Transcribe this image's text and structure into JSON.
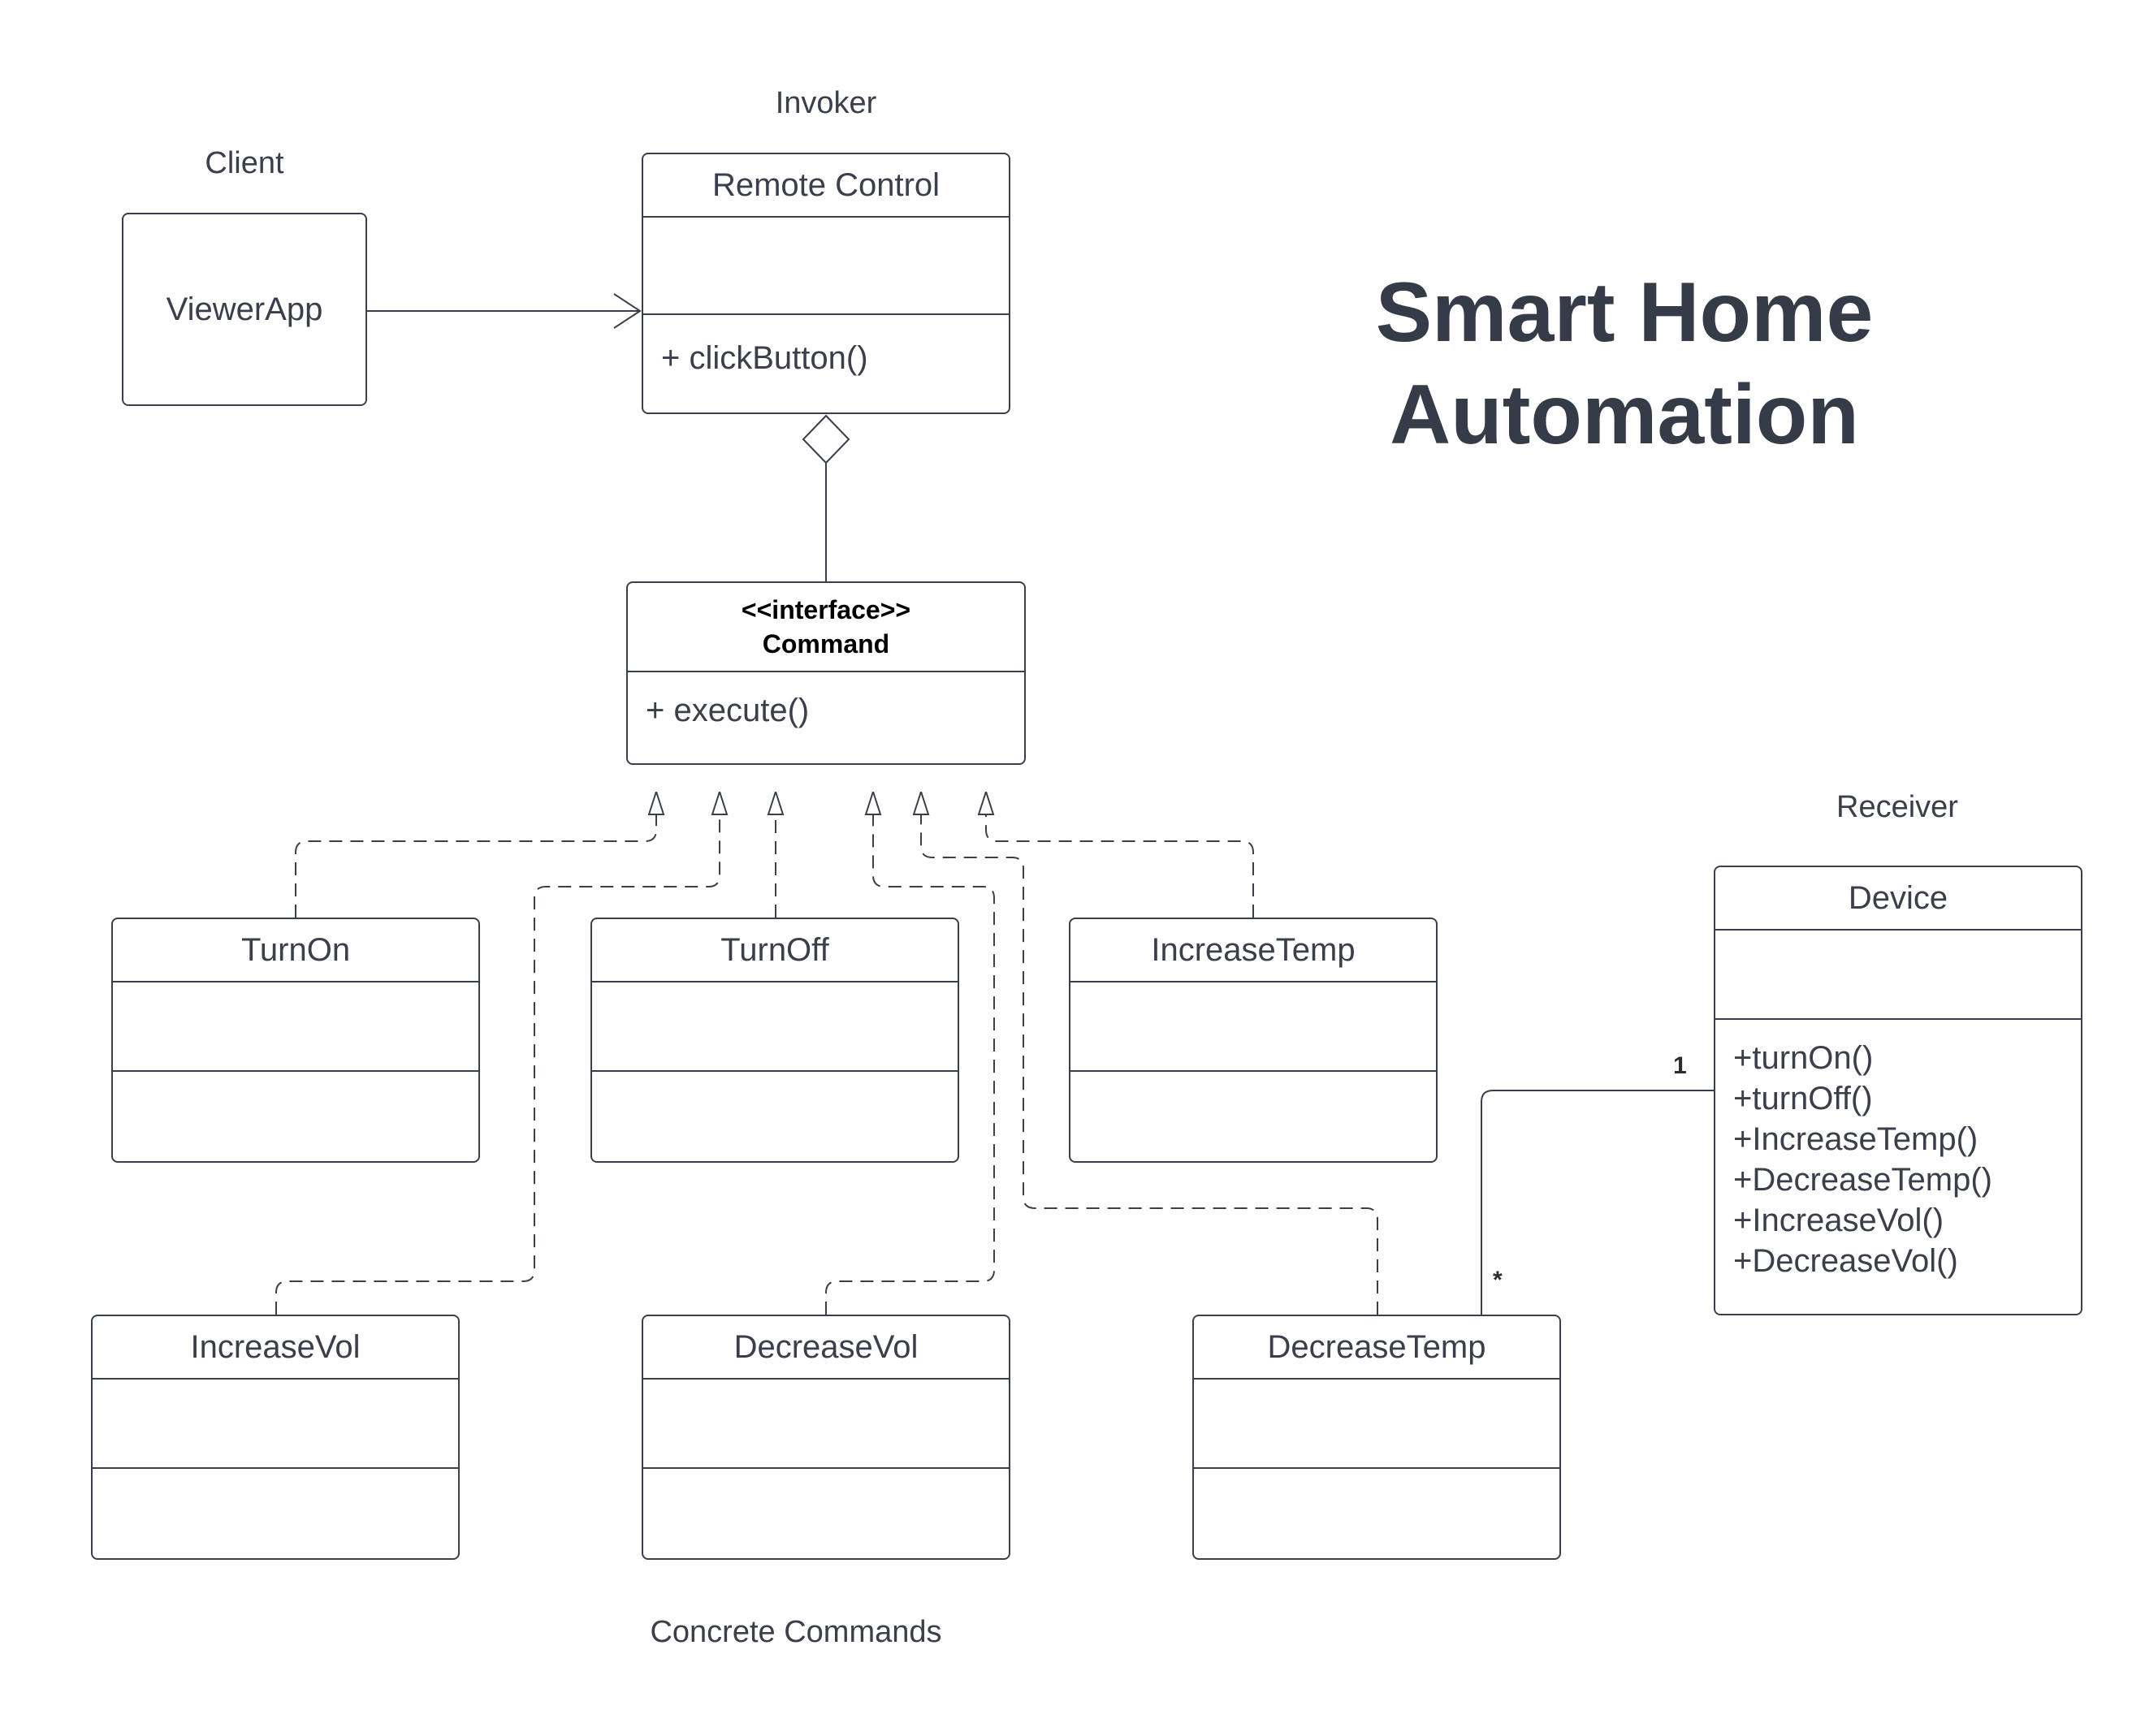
{
  "diagram": {
    "title_line1": "Smart Home",
    "title_line2": "Automation"
  },
  "roles": {
    "client": "Client",
    "invoker": "Invoker",
    "receiver": "Receiver",
    "concrete": "Concrete Commands"
  },
  "client": {
    "name": "ViewerApp"
  },
  "invoker": {
    "name": "Remote Control",
    "operation": "+ clickButton()"
  },
  "command": {
    "stereotype": "<<interface>>",
    "name": "Command",
    "operation": "+ execute()"
  },
  "concrete_commands": [
    {
      "name": "TurnOn"
    },
    {
      "name": "TurnOff"
    },
    {
      "name": "IncreaseTemp"
    },
    {
      "name": "IncreaseVol"
    },
    {
      "name": "DecreaseVol"
    },
    {
      "name": "DecreaseTemp"
    }
  ],
  "receiver": {
    "name": "Device",
    "operations": [
      "+turnOn()",
      "+turnOff()",
      "+IncreaseTemp()",
      "+DecreaseTemp()",
      "+IncreaseVol()",
      "+DecreaseVol()"
    ]
  },
  "association": {
    "receiver_end": "1",
    "command_end": "*"
  },
  "colors": {
    "line": "#3a3f4b",
    "text": "#3a3f4b",
    "title": "#363c47"
  }
}
